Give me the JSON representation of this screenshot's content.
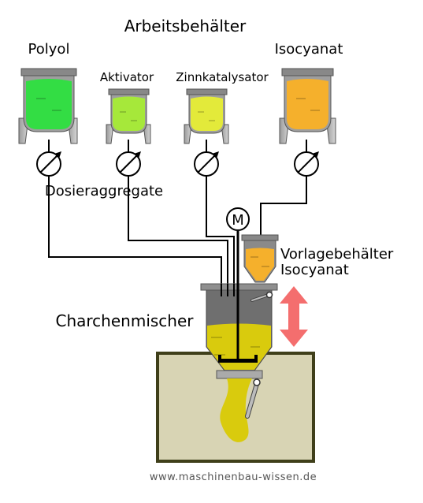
{
  "title": "Arbeitsbehälter",
  "tanks": {
    "polyol": {
      "label": "Polyol",
      "color": "#33dd44"
    },
    "aktivator": {
      "label": "Aktivator",
      "color": "#a6e83a"
    },
    "zinn": {
      "label": "Zinnkatalysator",
      "color": "#e3ea3a"
    },
    "isocyanat": {
      "label": "Isocyanat",
      "color": "#f5b02c"
    }
  },
  "dosing_label": "Dosieraggregate",
  "motor_label": "M",
  "reservoir_label_line1": "Vorlagebehälter",
  "reservoir_label_line2": "Isocyanat",
  "mixer_label": "Charchenmischer",
  "mixture_color": "#d9cb0d",
  "arrow_color": "#f46e6e",
  "mold_color": "#d8d4b4",
  "footer": "www.maschinenbau-wissen.de"
}
